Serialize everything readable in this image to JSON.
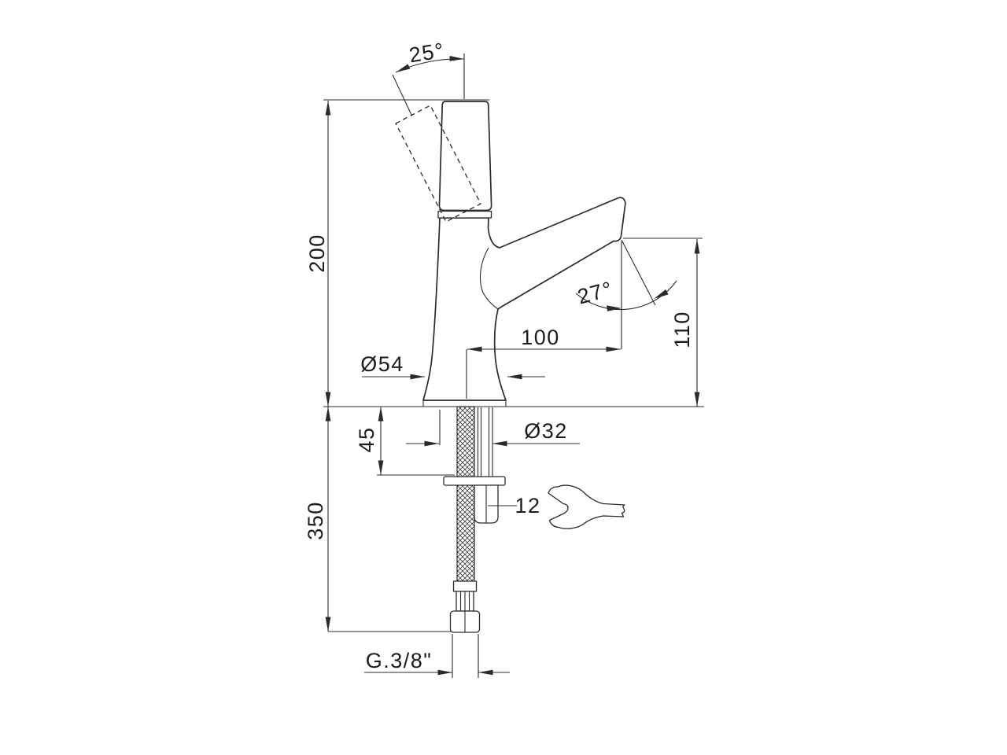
{
  "drawing": {
    "type": "technical-dimension-diagram",
    "dimensions": {
      "handle_angle": "25°",
      "spout_angle": "27°",
      "overall_height": "200",
      "spout_reach": "100",
      "spout_height": "110",
      "base_diameter": "Ø54",
      "shank_diameter": "Ø32",
      "clamp_depth": "45",
      "hose_length": "350",
      "nut_width": "12",
      "supply_thread": "G.3/8\""
    },
    "icons": {
      "wrench": "open-end-wrench"
    },
    "colors": {
      "line": "#2b2b2b",
      "text": "#1c1c1c",
      "background": "#ffffff"
    }
  }
}
